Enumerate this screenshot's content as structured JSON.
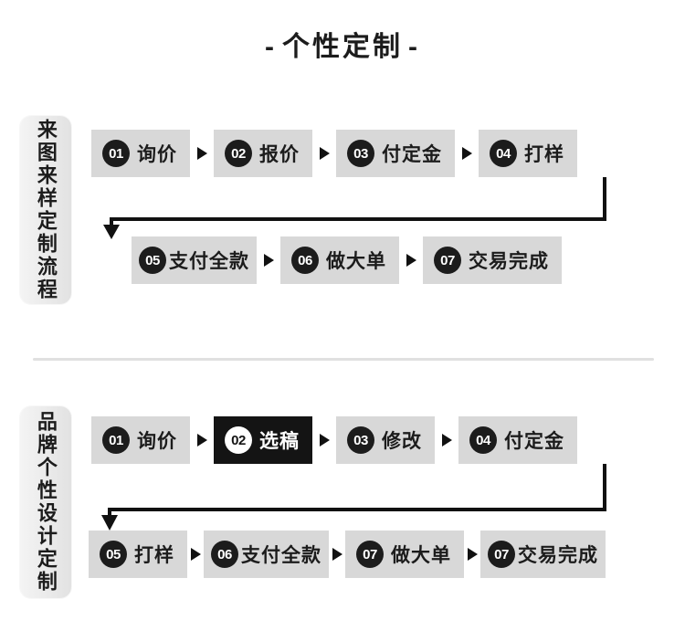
{
  "title": {
    "left_dash": "-",
    "text": "个性定制",
    "right_dash": "-"
  },
  "divider": {
    "color": "#e0e0e0"
  },
  "theme": {
    "box_bg": "#d8d8d8",
    "highlight_bg": "#141414",
    "badge_bg": "#1c1c1c",
    "badge_text": "#ffffff",
    "text": "#1c1c1c",
    "sidebar_bg": "#ececec"
  },
  "sections": [
    {
      "side_label": "来图来样定制流程",
      "rows": [
        {
          "steps": [
            {
              "num": "01",
              "label": "询价",
              "highlight": false
            },
            {
              "num": "02",
              "label": "报价",
              "highlight": false
            },
            {
              "num": "03",
              "label": "付定金",
              "highlight": false
            },
            {
              "num": "04",
              "label": "打样",
              "highlight": false
            }
          ]
        },
        {
          "steps": [
            {
              "num": "05",
              "label": "支付全款",
              "highlight": false
            },
            {
              "num": "06",
              "label": "做大单",
              "highlight": false
            },
            {
              "num": "07",
              "label": "交易完成",
              "highlight": false
            }
          ]
        }
      ]
    },
    {
      "side_label": "品牌个性设计定制",
      "rows": [
        {
          "steps": [
            {
              "num": "01",
              "label": "询价",
              "highlight": false
            },
            {
              "num": "02",
              "label": "选稿",
              "highlight": true
            },
            {
              "num": "03",
              "label": "修改",
              "highlight": false
            },
            {
              "num": "04",
              "label": "付定金",
              "highlight": false
            }
          ]
        },
        {
          "steps": [
            {
              "num": "05",
              "label": "打样",
              "highlight": false
            },
            {
              "num": "06",
              "label": "支付全款",
              "highlight": false
            },
            {
              "num": "07",
              "label": "做大单",
              "highlight": false
            },
            {
              "num": "07",
              "label": "交易完成",
              "highlight": false
            }
          ]
        }
      ]
    }
  ]
}
